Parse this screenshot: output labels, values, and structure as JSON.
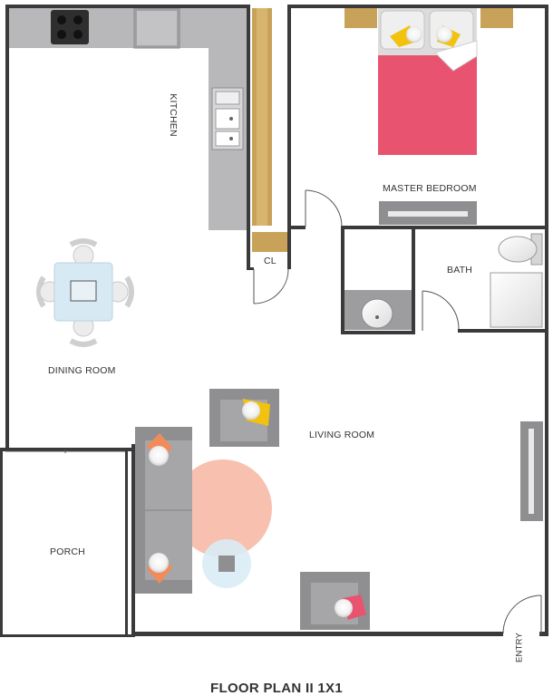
{
  "plan": {
    "title": "FLOOR PLAN II 1X1",
    "rooms": {
      "kitchen": "KITCHEN",
      "master_bedroom": "MASTER BEDROOM",
      "closet": "CL",
      "bath": "BATH",
      "dining_room": "DINING ROOM",
      "living_room": "LIVING ROOM",
      "porch": "PORCH",
      "entry": "ENTRY"
    }
  },
  "colors": {
    "wall": "#3a3a3a",
    "counter": "#b5b5b7",
    "wood": "#c9a25a",
    "bedspread": "#e85470",
    "pillow_accent": "#f2c20f",
    "chair_accent": "#f28b5a",
    "rug": "#f7b9a6",
    "sofa": "#9d9d9f",
    "table_glass": "#d7e9f2"
  }
}
